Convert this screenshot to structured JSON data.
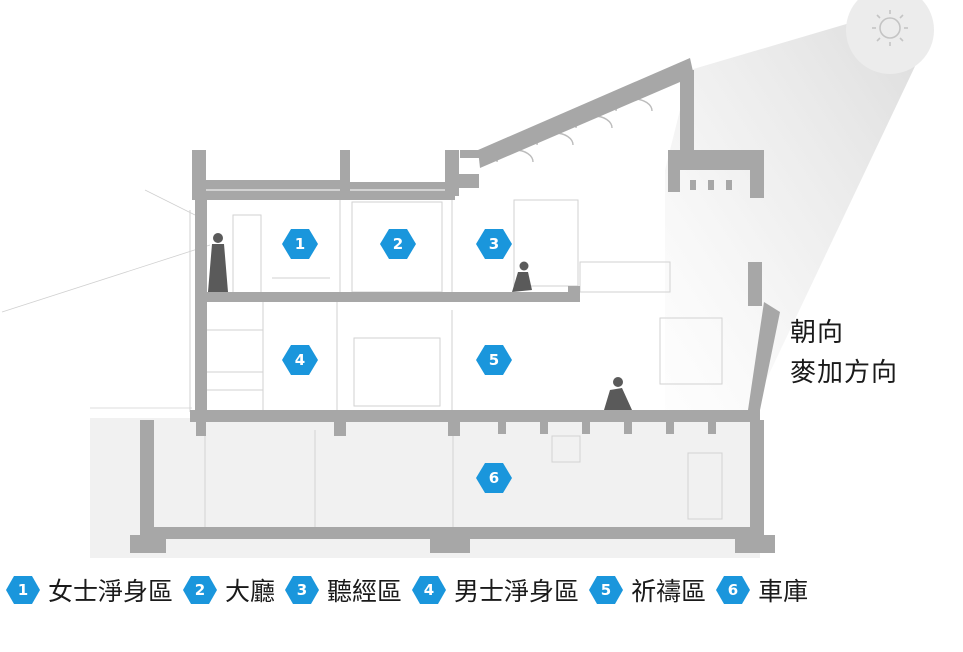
{
  "colors": {
    "badge": "#1a96dc",
    "wall": "#a7a7a7",
    "line": "#bdbdbd",
    "sun": "#bcbcbc",
    "text": "#1a1a1a"
  },
  "direction": {
    "line1": "朝向",
    "line2": "麥加方向"
  },
  "zones": [
    {
      "num": "1",
      "label": "女士淨身區"
    },
    {
      "num": "2",
      "label": "大廳"
    },
    {
      "num": "3",
      "label": "聽經區"
    },
    {
      "num": "4",
      "label": "男士淨身區"
    },
    {
      "num": "5",
      "label": "祈禱區"
    },
    {
      "num": "6",
      "label": "車庫"
    }
  ],
  "icons": {
    "sun": "sun-icon",
    "praying_figure": "praying-person-icon",
    "standing_figure": "standing-woman-icon"
  }
}
